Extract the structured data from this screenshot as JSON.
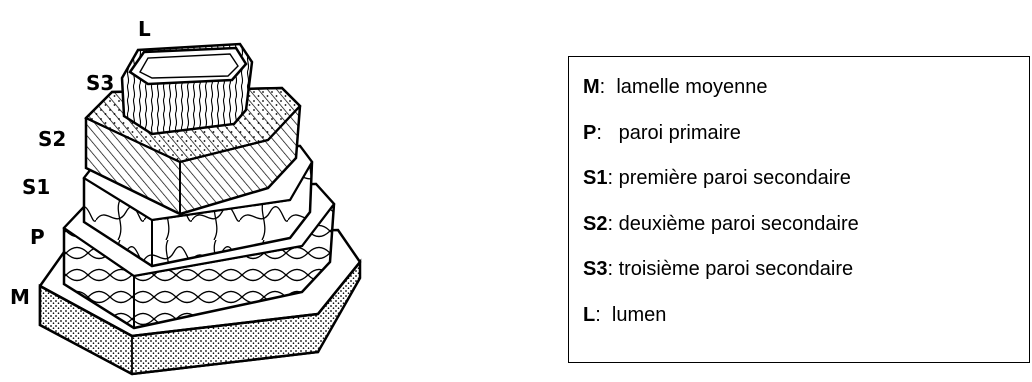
{
  "diagram": {
    "layer_labels": {
      "L": "L",
      "S3": "S3",
      "S2": "S2",
      "S1": "S1",
      "P": "P",
      "M": "M"
    }
  },
  "legend": {
    "items": [
      {
        "key": "M",
        "text": ":  lamelle moyenne"
      },
      {
        "key": "P",
        "text": ":   paroi primaire"
      },
      {
        "key": "S1",
        "text": ": première paroi secondaire"
      },
      {
        "key": "S2",
        "text": ": deuxième paroi secondaire"
      },
      {
        "key": "S3",
        "text": ": troisième paroi secondaire"
      },
      {
        "key": "L",
        "text": ":  lumen"
      }
    ]
  },
  "colors": {
    "ink": "#000000",
    "background": "#ffffff"
  }
}
